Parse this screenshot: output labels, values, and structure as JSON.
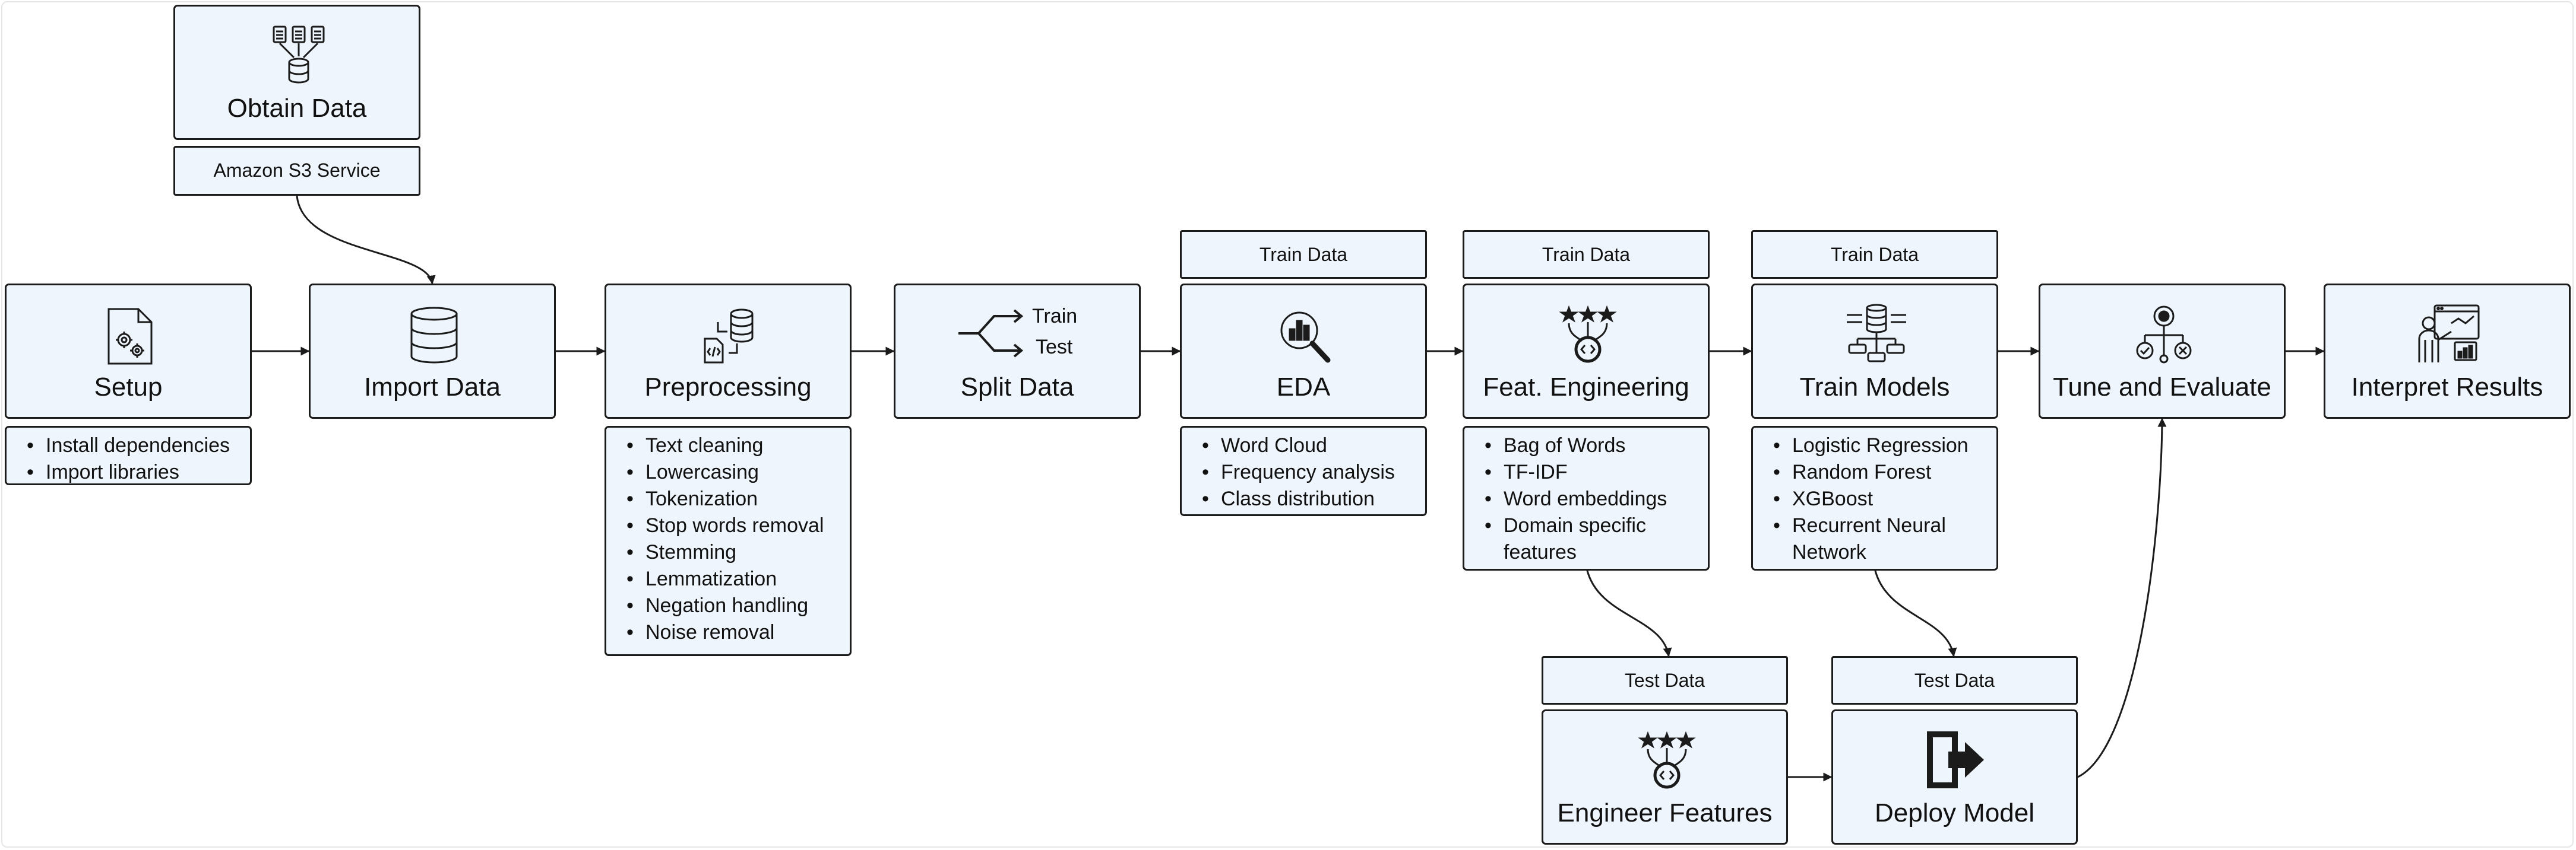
{
  "nodes": {
    "obtain": {
      "title": "Obtain Data",
      "tag": "Amazon S3 Service"
    },
    "setup": {
      "title": "Setup",
      "items": [
        "Install dependencies",
        "Import libraries"
      ]
    },
    "import": {
      "title": "Import Data"
    },
    "preprocess": {
      "title": "Preprocessing",
      "items": [
        "Text cleaning",
        "Lowercasing",
        "Tokenization",
        "Stop words removal",
        "Stemming",
        "Lemmatization",
        "Negation handling",
        "Noise removal"
      ]
    },
    "split": {
      "title": "Split Data",
      "word_train": "Train",
      "word_test": "Test"
    },
    "eda": {
      "title": "EDA",
      "tag": "Train Data",
      "items": [
        "Word Cloud",
        "Frequency analysis",
        "Class distribution"
      ]
    },
    "feat": {
      "title": "Feat. Engineering",
      "tag": "Train Data",
      "items": [
        "Bag of Words",
        "TF-IDF",
        "Word embeddings",
        "Domain specific features"
      ]
    },
    "train": {
      "title": "Train Models",
      "tag": "Train Data",
      "items": [
        "Logistic Regression",
        "Random Forest",
        "XGBoost",
        "Recurrent Neural Network"
      ]
    },
    "tune": {
      "title": "Tune and Evaluate"
    },
    "interpret": {
      "title": "Interpret Results"
    },
    "engineer": {
      "title": "Engineer Features",
      "tag": "Test Data"
    },
    "deploy": {
      "title": "Deploy Model",
      "tag": "Test Data"
    }
  },
  "icons": {
    "obtain": "database-files-icon",
    "setup": "document-gears-icon",
    "import": "database-icon",
    "preprocess": "code-database-icon",
    "split": "split-arrows-icon",
    "eda": "chart-magnifier-icon",
    "feat": "stars-code-icon",
    "train": "server-network-icon",
    "tune": "decision-tree-icon",
    "interpret": "person-dashboard-icon",
    "engineer": "stars-code-icon",
    "deploy": "exit-door-icon"
  },
  "colors": {
    "box_fill": "#eef5fd",
    "stroke": "#1b1b1b"
  }
}
